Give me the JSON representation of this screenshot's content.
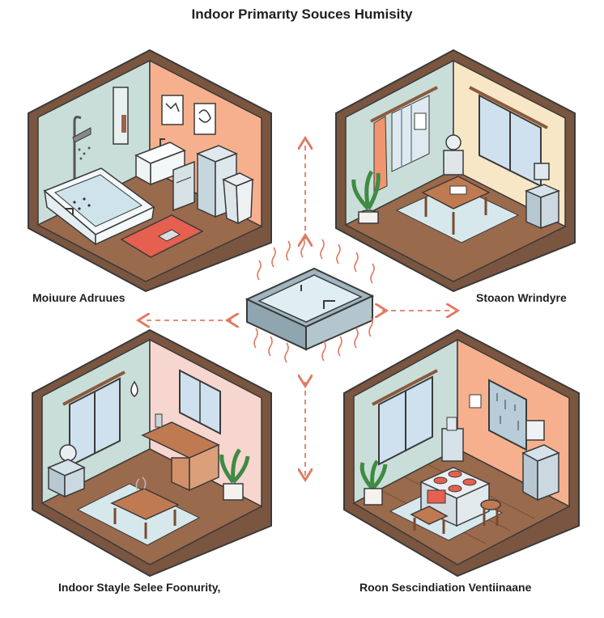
{
  "title": "Indoor Primarıty Souces Humisity",
  "rooms": {
    "top_left": {
      "label": "Moiuure Adruues"
    },
    "top_right": {
      "label": "Stoaon Wrindyre"
    },
    "bottom_left": {
      "label": "Indoor Stayle Selee Foonurity,"
    },
    "bottom_right": {
      "label": "Roon Sescindiation Ventiinaane"
    }
  },
  "colors": {
    "wall_teal": "#c9ded9",
    "wall_peach": "#f6b08e",
    "wall_cream": "#f8e7c6",
    "wall_pink": "#f7d6cf",
    "floor_brown": "#9a6a4c",
    "outline": "#3a3a3a",
    "arrow": "#e07a63",
    "rug_red": "#e5604f",
    "rug_blue": "#d6e8ec"
  }
}
